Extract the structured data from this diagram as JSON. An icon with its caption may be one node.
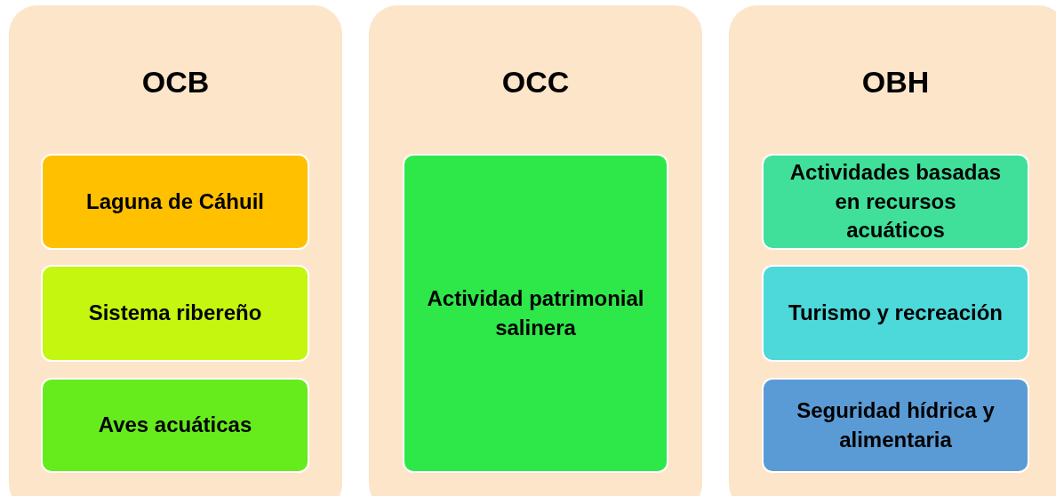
{
  "diagram": {
    "nodes": [
      {
        "text": [
          "OCB"
        ]
      },
      {
        "text": [
          "Laguna de Cáhuil"
        ],
        "in": 0
      },
      {
        "text": [
          "Sistema ribereño"
        ],
        "in": 0
      },
      {
        "text": [
          "Aves acuáticas"
        ],
        "in": 0
      },
      {
        "text": [
          "OCC"
        ]
      },
      {
        "text": [
          "Actividad patrimonial salinera"
        ],
        "in": 4
      },
      {
        "text": [
          "OBH"
        ]
      },
      {
        "text": [
          "Actividades basadas en recursos acuáticos"
        ],
        "in": 6
      },
      {
        "text": [
          "Turismo y recreación"
        ],
        "in": 6
      },
      {
        "text": [
          "Seguridad hídrica y alimentaria"
        ],
        "in": 6
      }
    ]
  }
}
